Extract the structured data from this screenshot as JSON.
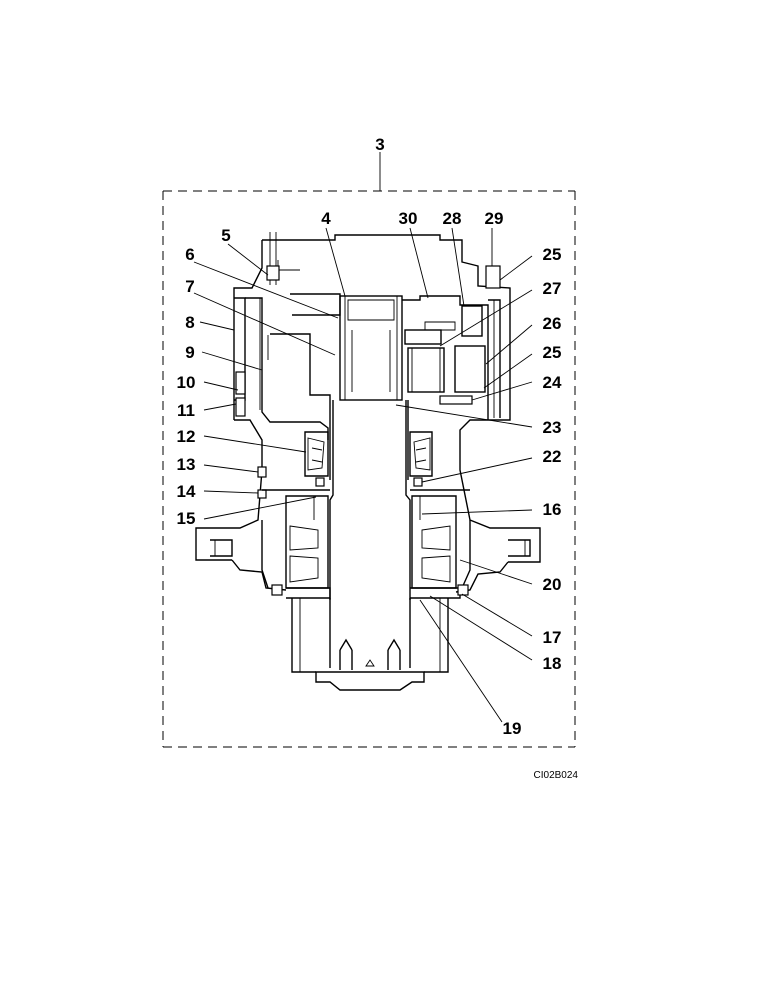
{
  "drawing_code": "CI02B024",
  "assembly_label": "3",
  "callouts": {
    "c3": "3",
    "c4": "4",
    "c5": "5",
    "c6": "6",
    "c7": "7",
    "c8": "8",
    "c9": "9",
    "c10": "10",
    "c11": "11",
    "c12": "12",
    "c13": "13",
    "c14": "14",
    "c15": "15",
    "c16": "16",
    "c17": "17",
    "c18": "18",
    "c19": "19",
    "c20": "20",
    "c22": "22",
    "c23": "23",
    "c24": "24",
    "c25a": "25",
    "c25b": "25",
    "c26": "26",
    "c27": "27",
    "c28": "28",
    "c29": "29",
    "c30": "30"
  }
}
